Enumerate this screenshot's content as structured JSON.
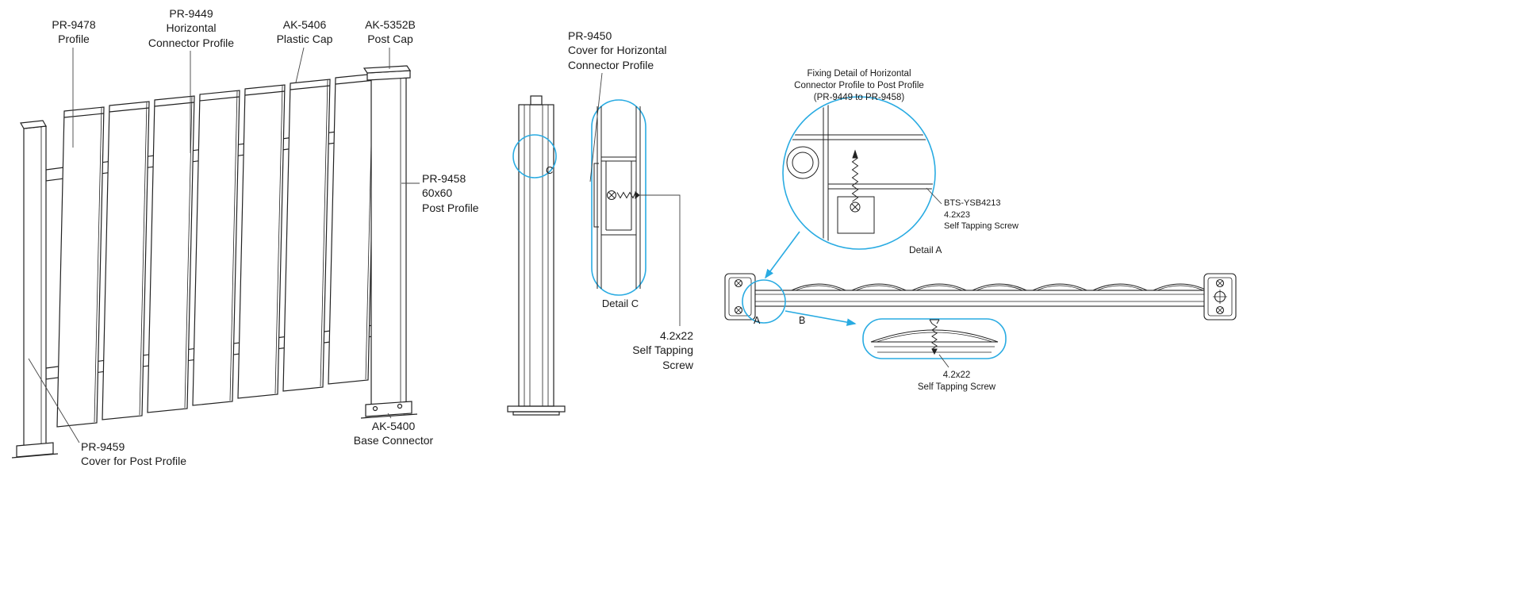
{
  "colors": {
    "accent_cyan": "#29ABE2",
    "ink": "#222222"
  },
  "left_assembly": {
    "label_profile": "PR-9478\nProfile",
    "label_horizontal_connector": "PR-9449\nHorizontal\nConnector Profile",
    "label_plastic_cap": "AK-5406\nPlastic Cap",
    "label_post_cap": "AK-5352B\nPost Cap",
    "label_post_profile": "PR-9458\n60x60\nPost Profile",
    "label_post_cover": "PR-9459\nCover for Post Profile",
    "label_base_connector": "AK-5400\nBase Connector"
  },
  "middle_detail": {
    "label_cover_horizontal": "PR-9450\nCover for Horizontal\nConnector Profile",
    "marker_c": "C",
    "caption": "Detail C",
    "label_screw": "4.2x22\nSelf Tapping\nScrew"
  },
  "right_detail": {
    "title": "Fixing Detail of Horizontal\nConnector Profile to Post Profile\n(PR-9449 to PR-9458)",
    "label_screw_a": "BTS-YSB4213\n4.2x23\nSelf Tapping Screw",
    "caption_a": "Detail A",
    "marker_a": "A",
    "marker_b": "B",
    "label_screw_b": "4.2x22\nSelf Tapping Screw"
  }
}
